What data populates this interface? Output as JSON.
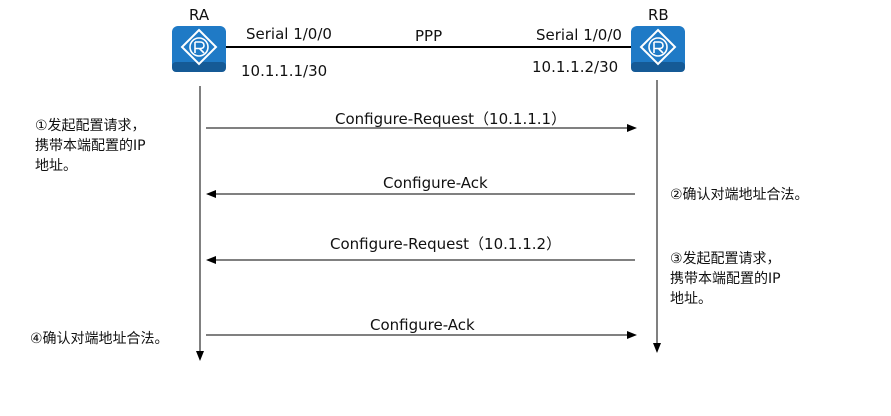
{
  "routers": {
    "ra": {
      "label": "RA",
      "interface": "Serial 1/0/0",
      "ip": "10.1.1.1/30"
    },
    "rb": {
      "label": "RB",
      "interface": "Serial 1/0/0",
      "ip": "10.1.1.2/30"
    }
  },
  "link": {
    "label": "PPP"
  },
  "messages": [
    {
      "label": "Configure-Request（10.1.1.1）"
    },
    {
      "label": "Configure-Ack"
    },
    {
      "label": "Configure-Request（10.1.1.2）"
    },
    {
      "label": "Configure-Ack"
    }
  ],
  "notes": {
    "step1": [
      "①发起配置请求，",
      "携带本端配置的IP",
      "地址。"
    ],
    "step2": "②确认对端地址合法。",
    "step3": [
      "③发起配置请求，",
      "携带本端配置的IP",
      "地址。"
    ],
    "step4": "④确认对端地址合法。"
  },
  "colors": {
    "router_fill": "#1f7ac6",
    "router_dark": "#155a96",
    "line": "#000000"
  }
}
